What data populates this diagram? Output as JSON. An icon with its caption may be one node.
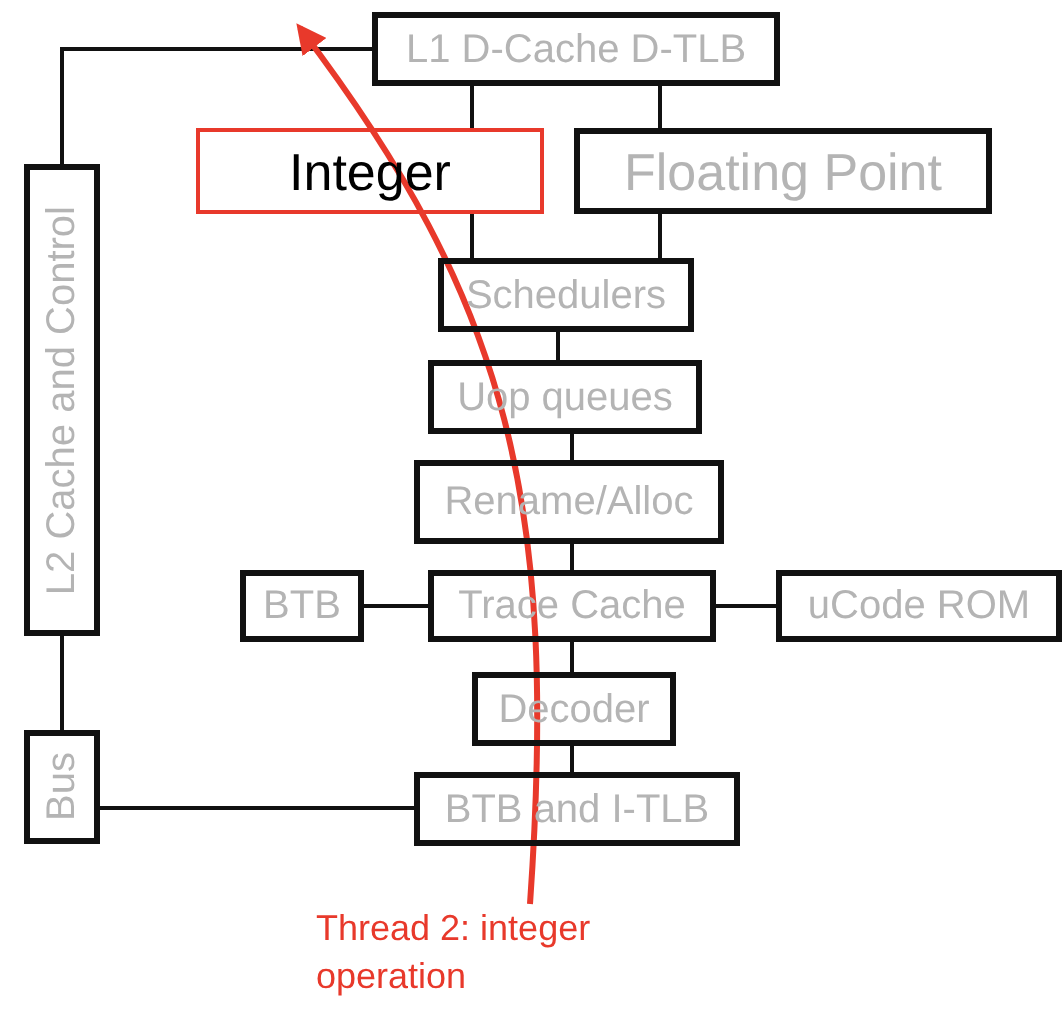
{
  "diagram": {
    "nodes": [
      {
        "text": [
          "L1 D-Cache D-TLB"
        ]
      },
      {
        "text": [
          "Integer"
        ]
      },
      {
        "text": [
          "Floating Point"
        ]
      },
      {
        "text": [
          "Schedulers"
        ]
      },
      {
        "text": [
          "Uop queues"
        ]
      },
      {
        "text": [
          "Rename/Alloc"
        ]
      },
      {
        "text": [
          "BTB"
        ]
      },
      {
        "text": [
          "Trace Cache"
        ]
      },
      {
        "text": [
          "uCode ROM"
        ]
      },
      {
        "text": [
          "Decoder"
        ]
      },
      {
        "text": [
          "BTB and I-TLB"
        ]
      },
      {
        "text": [
          "L2 Cache and Control"
        ]
      },
      {
        "text": [
          "Bus"
        ]
      },
      {
        "text": [
          "Thread 2: integer operation"
        ]
      }
    ],
    "edges": [
      {
        "from": 0,
        "to": 1,
        "arrow": "none"
      },
      {
        "from": 1,
        "to": 3,
        "arrow": "none"
      },
      {
        "from": 0,
        "to": 2,
        "arrow": "none"
      },
      {
        "from": 2,
        "to": 3,
        "arrow": "none"
      },
      {
        "from": 3,
        "to": 4,
        "arrow": "none"
      },
      {
        "from": 4,
        "to": 5,
        "arrow": "none"
      },
      {
        "from": 5,
        "to": 7,
        "arrow": "none"
      },
      {
        "from": 6,
        "to": 7,
        "arrow": "none"
      },
      {
        "from": 7,
        "to": 8,
        "arrow": "none"
      },
      {
        "from": 7,
        "to": 9,
        "arrow": "none"
      },
      {
        "from": 9,
        "to": 10,
        "arrow": "none"
      },
      {
        "from": 10,
        "to": 12,
        "arrow": "none"
      },
      {
        "from": 12,
        "to": 11,
        "arrow": "none"
      },
      {
        "from": 11,
        "to": 0,
        "arrow": "none"
      },
      {
        "from": 13,
        "to": null,
        "arrow": "to",
        "color": "#e8392b"
      }
    ]
  }
}
